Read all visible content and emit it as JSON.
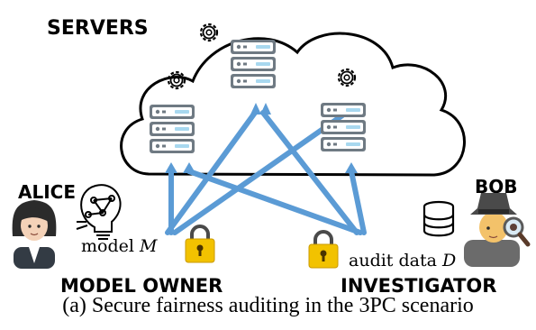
{
  "labels": {
    "servers": "SERVERS",
    "alice": "ALICE",
    "bob": "BOB",
    "model_owner": "MODEL OWNER",
    "investigator": "INVESTIGATOR",
    "model_text": "model",
    "model_symbol": "M",
    "audit_text": "audit data",
    "audit_symbol": "D"
  },
  "caption": "(a) Secure fairness auditing in the 3PC scenario",
  "icons": {
    "cloud": "cloud-icon",
    "server": "server-icon",
    "gear": "gear-icon",
    "lock": "padlock-icon",
    "alice": "woman-person-icon",
    "bob": "detective-icon",
    "model": "lightbulb-network-icon",
    "database": "database-icon"
  },
  "colors": {
    "arrow": "#5b9bd5",
    "lock": "#f2c200",
    "server_body": "#6f7a83",
    "server_bar": "#a8d8ef"
  }
}
